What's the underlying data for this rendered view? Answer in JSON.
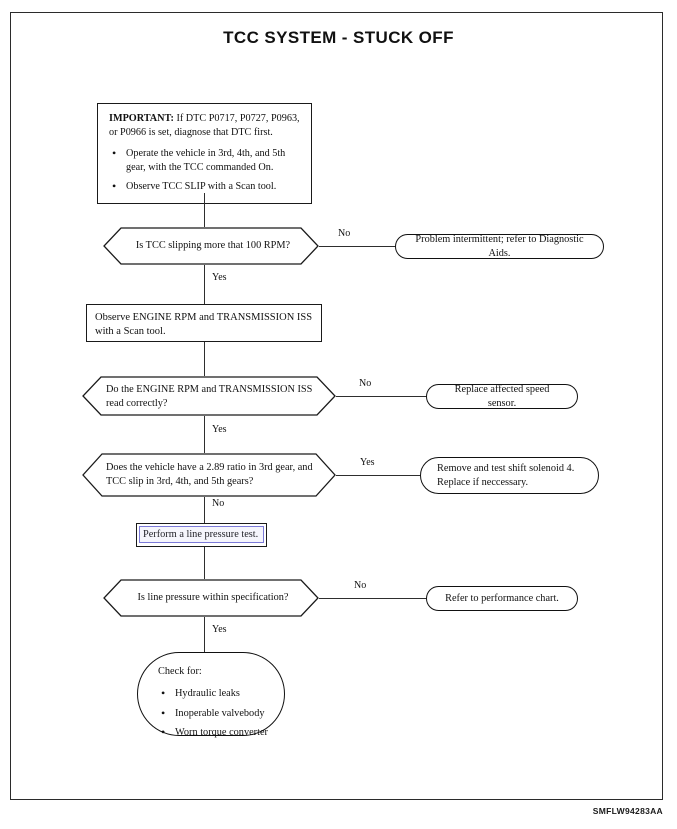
{
  "page": {
    "title": "TCC SYSTEM - STUCK OFF",
    "figure_code": "SMFLW94283AA"
  },
  "important_box": {
    "lead_bold": "IMPORTANT:",
    "lead_text": " If DTC P0717, P0727, P0963, or P0966 is set, diagnose that DTC first.",
    "bullets": [
      "Operate the vehicle in 3rd, 4th, and 5th gear, with the TCC commanded On.",
      "Observe TCC SLIP with a Scan tool."
    ]
  },
  "nodes": {
    "decision_1": "Is TCC slipping more that 100 RPM?",
    "result_1": "Problem intermittent; refer to Diagnostic Aids.",
    "process_1": "Observe ENGINE RPM and TRANSMISSION ISS with a Scan tool.",
    "decision_2": "Do the ENGINE RPM and TRANSMISSION ISS read correctly?",
    "result_2": "Replace affected speed sensor.",
    "decision_3": "Does the vehicle have a 2.89 ratio in 3rd gear, and TCC slip in 3rd, 4th, and 5th gears?",
    "result_3_line1": "Remove and test shift solenoid 4.",
    "result_3_line2": "Replace if neccessary.",
    "process_2": "Perform a line pressure test.",
    "decision_4": "Is line pressure within specification?",
    "result_4": "Refer to performance chart.",
    "check_for": {
      "title": "Check for:",
      "items": [
        "Hydraulic leaks",
        "Inoperable valvebody",
        "Worn torque converter"
      ]
    }
  },
  "edges": {
    "d1_no": "No",
    "d1_yes": "Yes",
    "d2_no": "No",
    "d2_yes": "Yes",
    "d3_yes": "Yes",
    "d3_no": "No",
    "d4_no": "No",
    "d4_yes": "Yes"
  },
  "colors": {
    "ink": "#111111",
    "line": "#2e2e2e",
    "selection": "#7b79d8"
  }
}
